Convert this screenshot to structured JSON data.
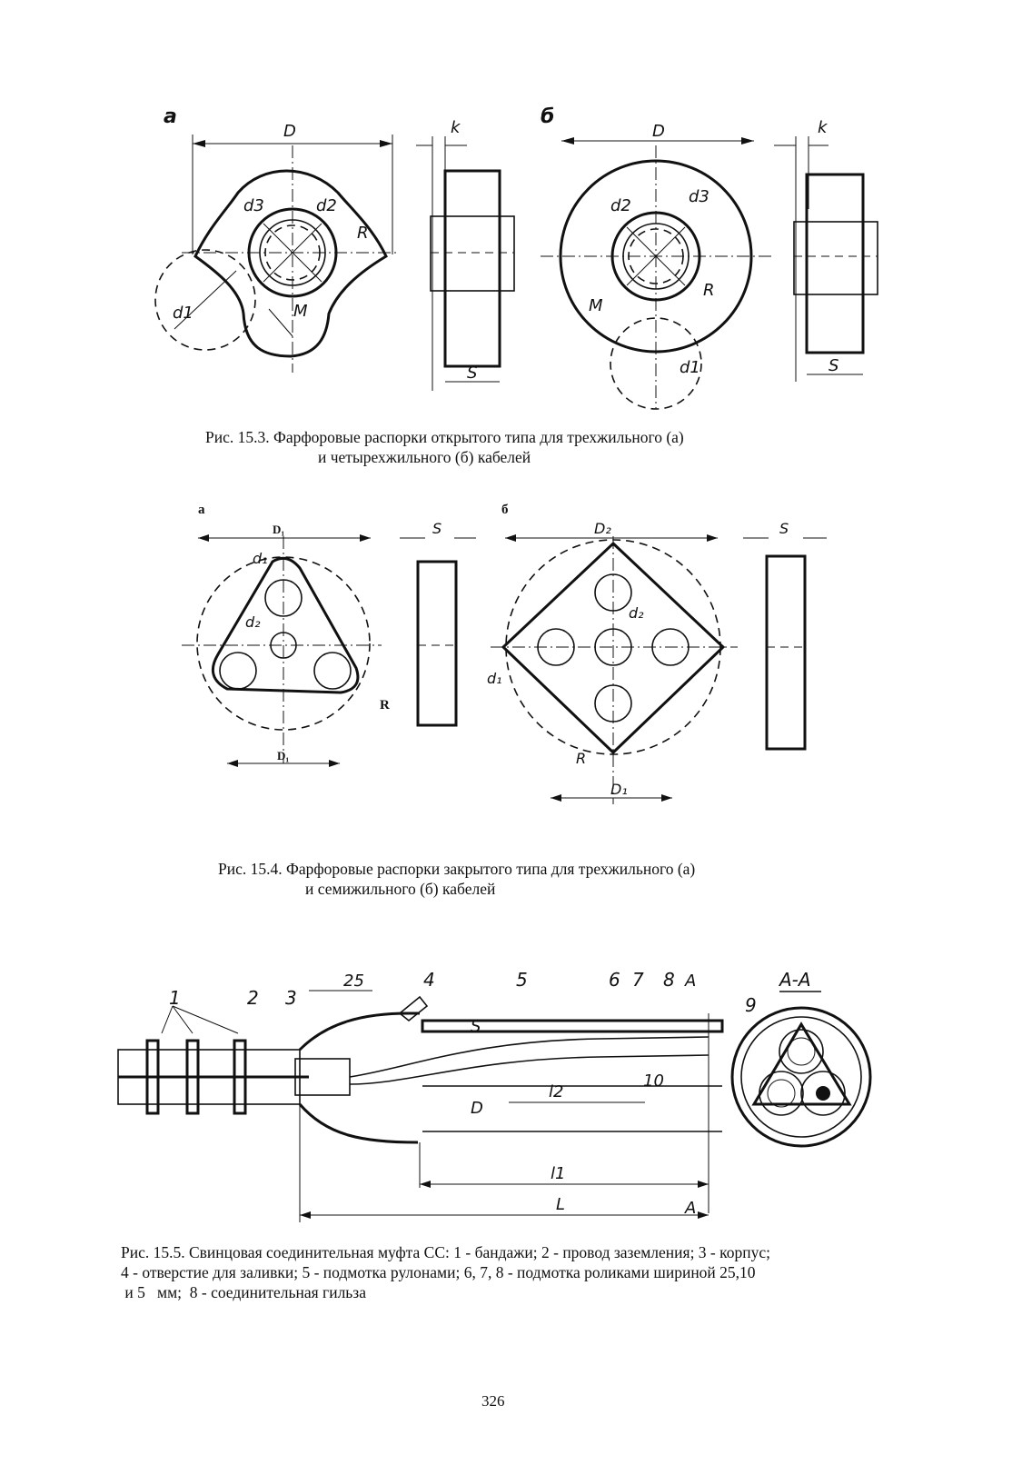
{
  "figure_15_3": {
    "panel_a": "a",
    "panel_b": "б",
    "labels_a": [
      "D",
      "k",
      "d3",
      "d2",
      "R",
      "d1",
      "M",
      "S"
    ],
    "labels_b": [
      "D",
      "k",
      "d2",
      "d3",
      "R",
      "M",
      "d1",
      "S"
    ],
    "caption_line1": "Рис. 15.3. Фарфоровые распорки открытого типа для трехжильного (а)",
    "caption_line2": "и четырехжильного (б) кабелей"
  },
  "figure_15_4": {
    "panel_a": "а",
    "panel_b": "б",
    "labels_a": [
      "D₁",
      "S",
      "d₁",
      "d₂",
      "R",
      "D₁"
    ],
    "labels_b": [
      "D₂",
      "S",
      "d₂",
      "d₁",
      "R",
      "D₁"
    ],
    "caption_line1": "Рис. 15.4. Фарфоровые распорки закрытого типа для трехжильного (а)",
    "caption_line2": "и семижильного (б) кабелей"
  },
  "figure_15_5": {
    "callouts": [
      "1",
      "2",
      "3",
      "4",
      "5",
      "6",
      "7",
      "8",
      "9"
    ],
    "dimensions": [
      "25",
      "S",
      "D",
      "l2",
      "10",
      "l1",
      "L"
    ],
    "section_marks": [
      "A",
      "A"
    ],
    "section_title": "A-A",
    "caption_line1": "Рис. 15.5. Свинцовая соединительная муфта СС: 1 - бандажи; 2 - провод заземления; 3 - корпус;",
    "caption_line2": "4 - отверстие для заливки; 5 - подмотка рулонами; 6, 7, 8 - подмотка роликами шириной 25,10",
    "caption_line3": " и 5   мм;  8 - соединительная гильза"
  },
  "page_number": "326"
}
